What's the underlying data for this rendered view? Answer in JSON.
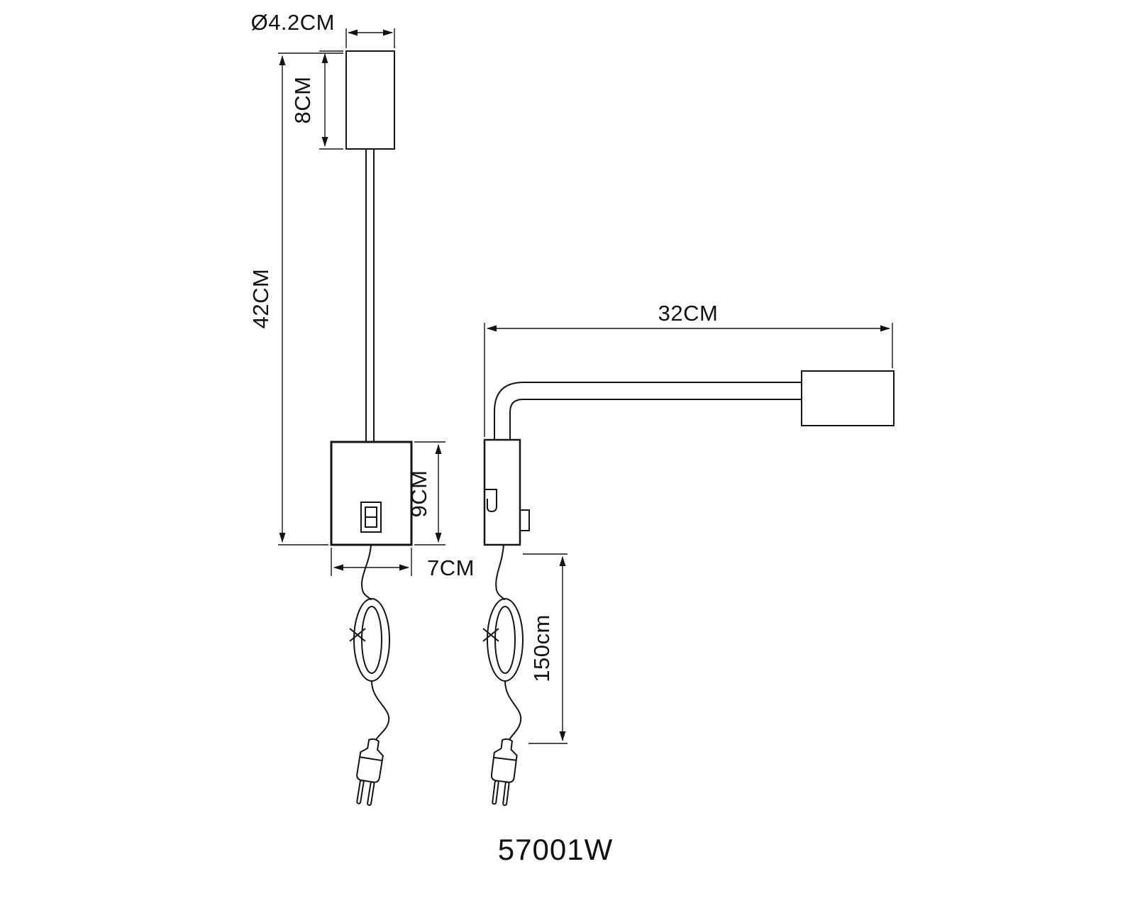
{
  "page": {
    "background": "#ffffff",
    "line_color": "#141414"
  },
  "drawing": {
    "product_code": "57001W",
    "front_view": {
      "dim_diameter": "Ø4.2CM",
      "dim_head_height": "8CM",
      "dim_total_height": "42CM",
      "dim_box_height": "9CM",
      "dim_box_width": "7CM"
    },
    "side_view": {
      "dim_arm_length": "32CM",
      "dim_cord_length": "150cm"
    }
  }
}
